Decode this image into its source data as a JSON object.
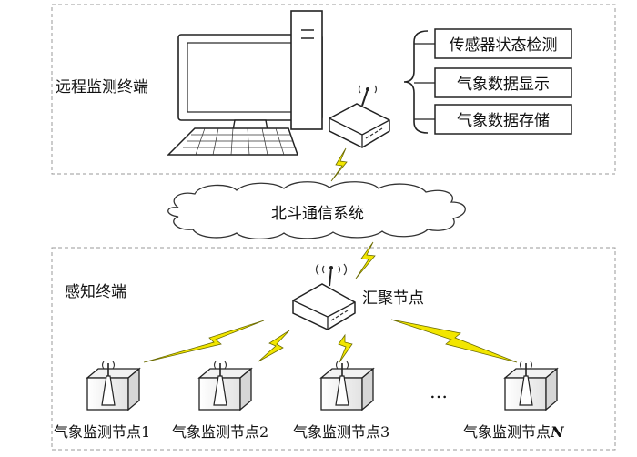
{
  "remote": {
    "title": "远程监测终端",
    "functions": [
      "传感器状态检测",
      "气象数据显示",
      "气象数据存储"
    ]
  },
  "network": {
    "label": "北斗通信系统"
  },
  "sensing": {
    "title": "感知终端",
    "aggregator_label": "汇聚节点",
    "ellipsis": "…",
    "nodes": [
      {
        "label": "气象监测节点1"
      },
      {
        "label": "气象监测节点2"
      },
      {
        "label": "气象监测节点3"
      },
      {
        "label": "气象监测节点",
        "suffix": "N"
      }
    ]
  },
  "colors": {
    "lightning": "#f2e600",
    "lightning_stroke": "#6b6b00",
    "dash": "#9a9a9a"
  }
}
